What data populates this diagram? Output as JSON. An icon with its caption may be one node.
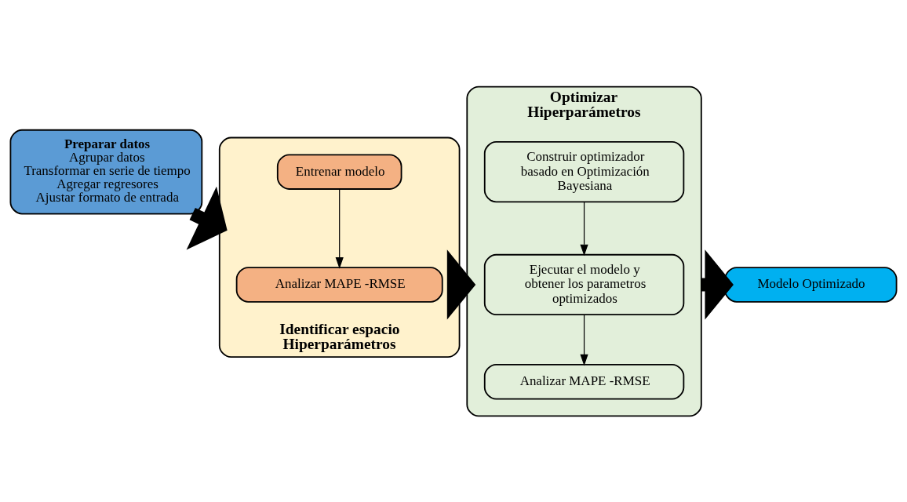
{
  "diagram": {
    "nodes": [
      {
        "text": [
          "Preparar datos",
          "Agrupar datos",
          "Transformar en serie de tiempo",
          "Agregar regresores",
          "Ajustar formato de entrada"
        ]
      },
      {
        "text": [
          "Identificar espacio Hiperparámetros"
        ]
      },
      {
        "text": [
          "Entrenar modelo"
        ],
        "in": 1
      },
      {
        "text": [
          "Analizar MAPE -RMSE"
        ],
        "in": 1
      },
      {
        "text": [
          "Optimizar Hiperparámetros"
        ]
      },
      {
        "text": [
          "Construir optimizador basado en Optimización Bayesiana"
        ],
        "in": 4
      },
      {
        "text": [
          "Ejecutar el modelo y obtener los parametros optimizados"
        ],
        "in": 4
      },
      {
        "text": [
          "Analizar MAPE -RMSE"
        ],
        "in": 4
      },
      {
        "text": [
          "Modelo Optimizado"
        ]
      }
    ],
    "edges": [
      {
        "from": 0,
        "to": 1,
        "arrow": "to",
        "style": "thick"
      },
      {
        "from": 2,
        "to": 3,
        "arrow": "to"
      },
      {
        "from": 1,
        "to": 4,
        "arrow": "to",
        "style": "thick"
      },
      {
        "from": 5,
        "to": 6,
        "arrow": "to"
      },
      {
        "from": 6,
        "to": 7,
        "arrow": "to"
      },
      {
        "from": 4,
        "to": 8,
        "arrow": "to",
        "style": "thick"
      }
    ]
  }
}
